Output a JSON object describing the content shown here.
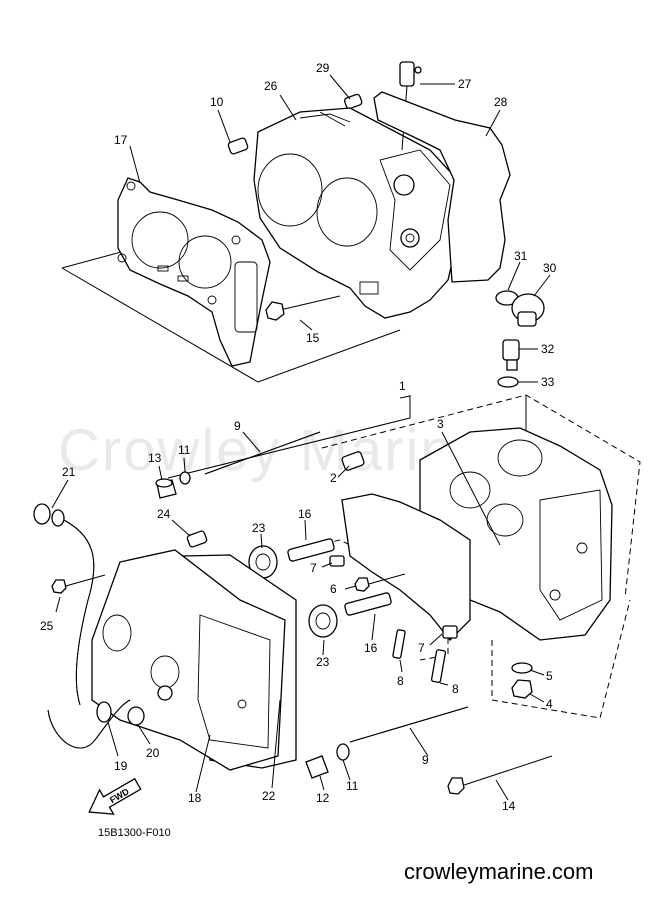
{
  "watermark": "Crowley Marine",
  "diagram_code": "15B1300-F010",
  "site": "crowleymarine.com",
  "fwd_label": "FWD",
  "callouts": [
    {
      "n": "1"
    },
    {
      "n": "2"
    },
    {
      "n": "3"
    },
    {
      "n": "4"
    },
    {
      "n": "5"
    },
    {
      "n": "6"
    },
    {
      "n": "7"
    },
    {
      "n": "7"
    },
    {
      "n": "8"
    },
    {
      "n": "8"
    },
    {
      "n": "9"
    },
    {
      "n": "9"
    },
    {
      "n": "10"
    },
    {
      "n": "11"
    },
    {
      "n": "11"
    },
    {
      "n": "12"
    },
    {
      "n": "13"
    },
    {
      "n": "14"
    },
    {
      "n": "15"
    },
    {
      "n": "16"
    },
    {
      "n": "16"
    },
    {
      "n": "17"
    },
    {
      "n": "18"
    },
    {
      "n": "19"
    },
    {
      "n": "20"
    },
    {
      "n": "21"
    },
    {
      "n": "22"
    },
    {
      "n": "23"
    },
    {
      "n": "23"
    },
    {
      "n": "24"
    },
    {
      "n": "25"
    },
    {
      "n": "26"
    },
    {
      "n": "27"
    },
    {
      "n": "28"
    },
    {
      "n": "29"
    },
    {
      "n": "30"
    },
    {
      "n": "31"
    },
    {
      "n": "32"
    },
    {
      "n": "33"
    }
  ]
}
